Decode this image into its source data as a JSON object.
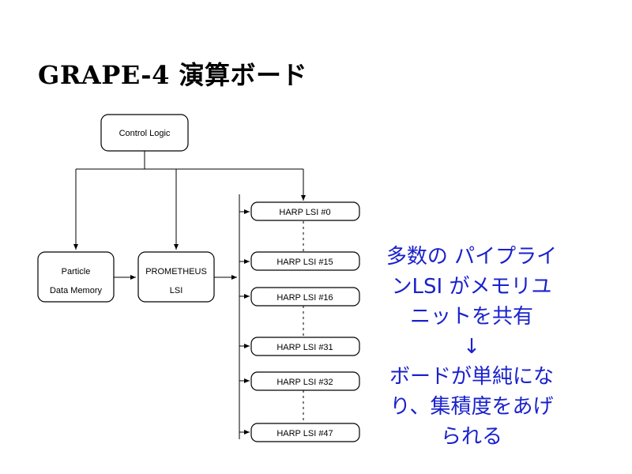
{
  "slide": {
    "title": "GRAPE-4 演算ボード"
  },
  "diagram": {
    "control_logic": "Control Logic",
    "particle_memory": [
      "Particle",
      "Data Memory"
    ],
    "prometheus": [
      "PROMETHEUS",
      "LSI"
    ],
    "harp_chips": [
      "HARP LSI #0",
      "HARP LSI #15",
      "HARP LSI #16",
      "HARP LSI #31",
      "HARP LSI #32",
      "HARP LSI #47"
    ]
  },
  "note": {
    "lines": [
      "多数の パイプライ",
      "ンLSI がメモリユ",
      "ニットを共有",
      "↓",
      "ボードが単純にな",
      "り、集積度をあげ",
      "られる"
    ],
    "color": "#1a22cc"
  }
}
